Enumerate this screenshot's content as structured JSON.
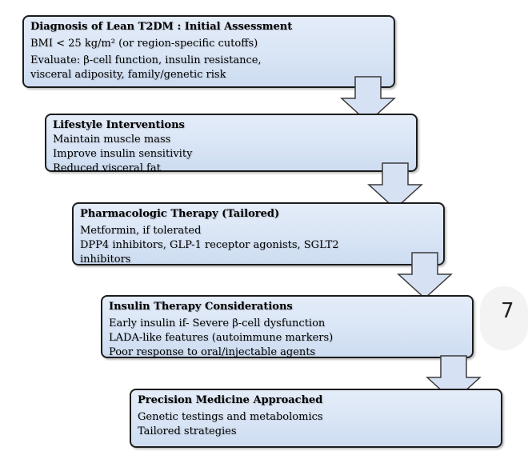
{
  "steps": [
    {
      "title": "Diagnosis of Lean T2DM : Initial Assessment",
      "lines": [
        "BMI < 25 kg/m² (or region-specific cutoffs)",
        "Evaluate: β-cell function, insulin resistance,",
        "visceral adiposity, family/genetic risk"
      ]
    },
    {
      "title": "Lifestyle Interventions",
      "lines": [
        "Maintain muscle mass",
        "Improve insulin sensitivity",
        "Reduced visceral fat"
      ]
    },
    {
      "title": "Pharmacologic Therapy (Tailored)",
      "lines": [
        "Metformin, if tolerated",
        "DPP4 inhibitors, GLP-1 receptor agonists, SGLT2",
        "inhibitors"
      ]
    },
    {
      "title": "Insulin Therapy Considerations",
      "lines": [
        "Early insulin if- Severe β-cell dysfunction",
        "LADA-like features (autoimmune markers)",
        "Poor response to oral/injectable agents"
      ]
    },
    {
      "title": "Precision Medicine Approached",
      "lines": [
        "Genetic testings and metabolomics",
        "Tailored strategies"
      ]
    }
  ],
  "edge_glyph": "7",
  "colors": {
    "box_fill": "#d9e5f6",
    "box_border": "#1c1c1c",
    "arrow_fill": "#d6e2f4",
    "arrow_stroke": "#3a3a3a"
  }
}
